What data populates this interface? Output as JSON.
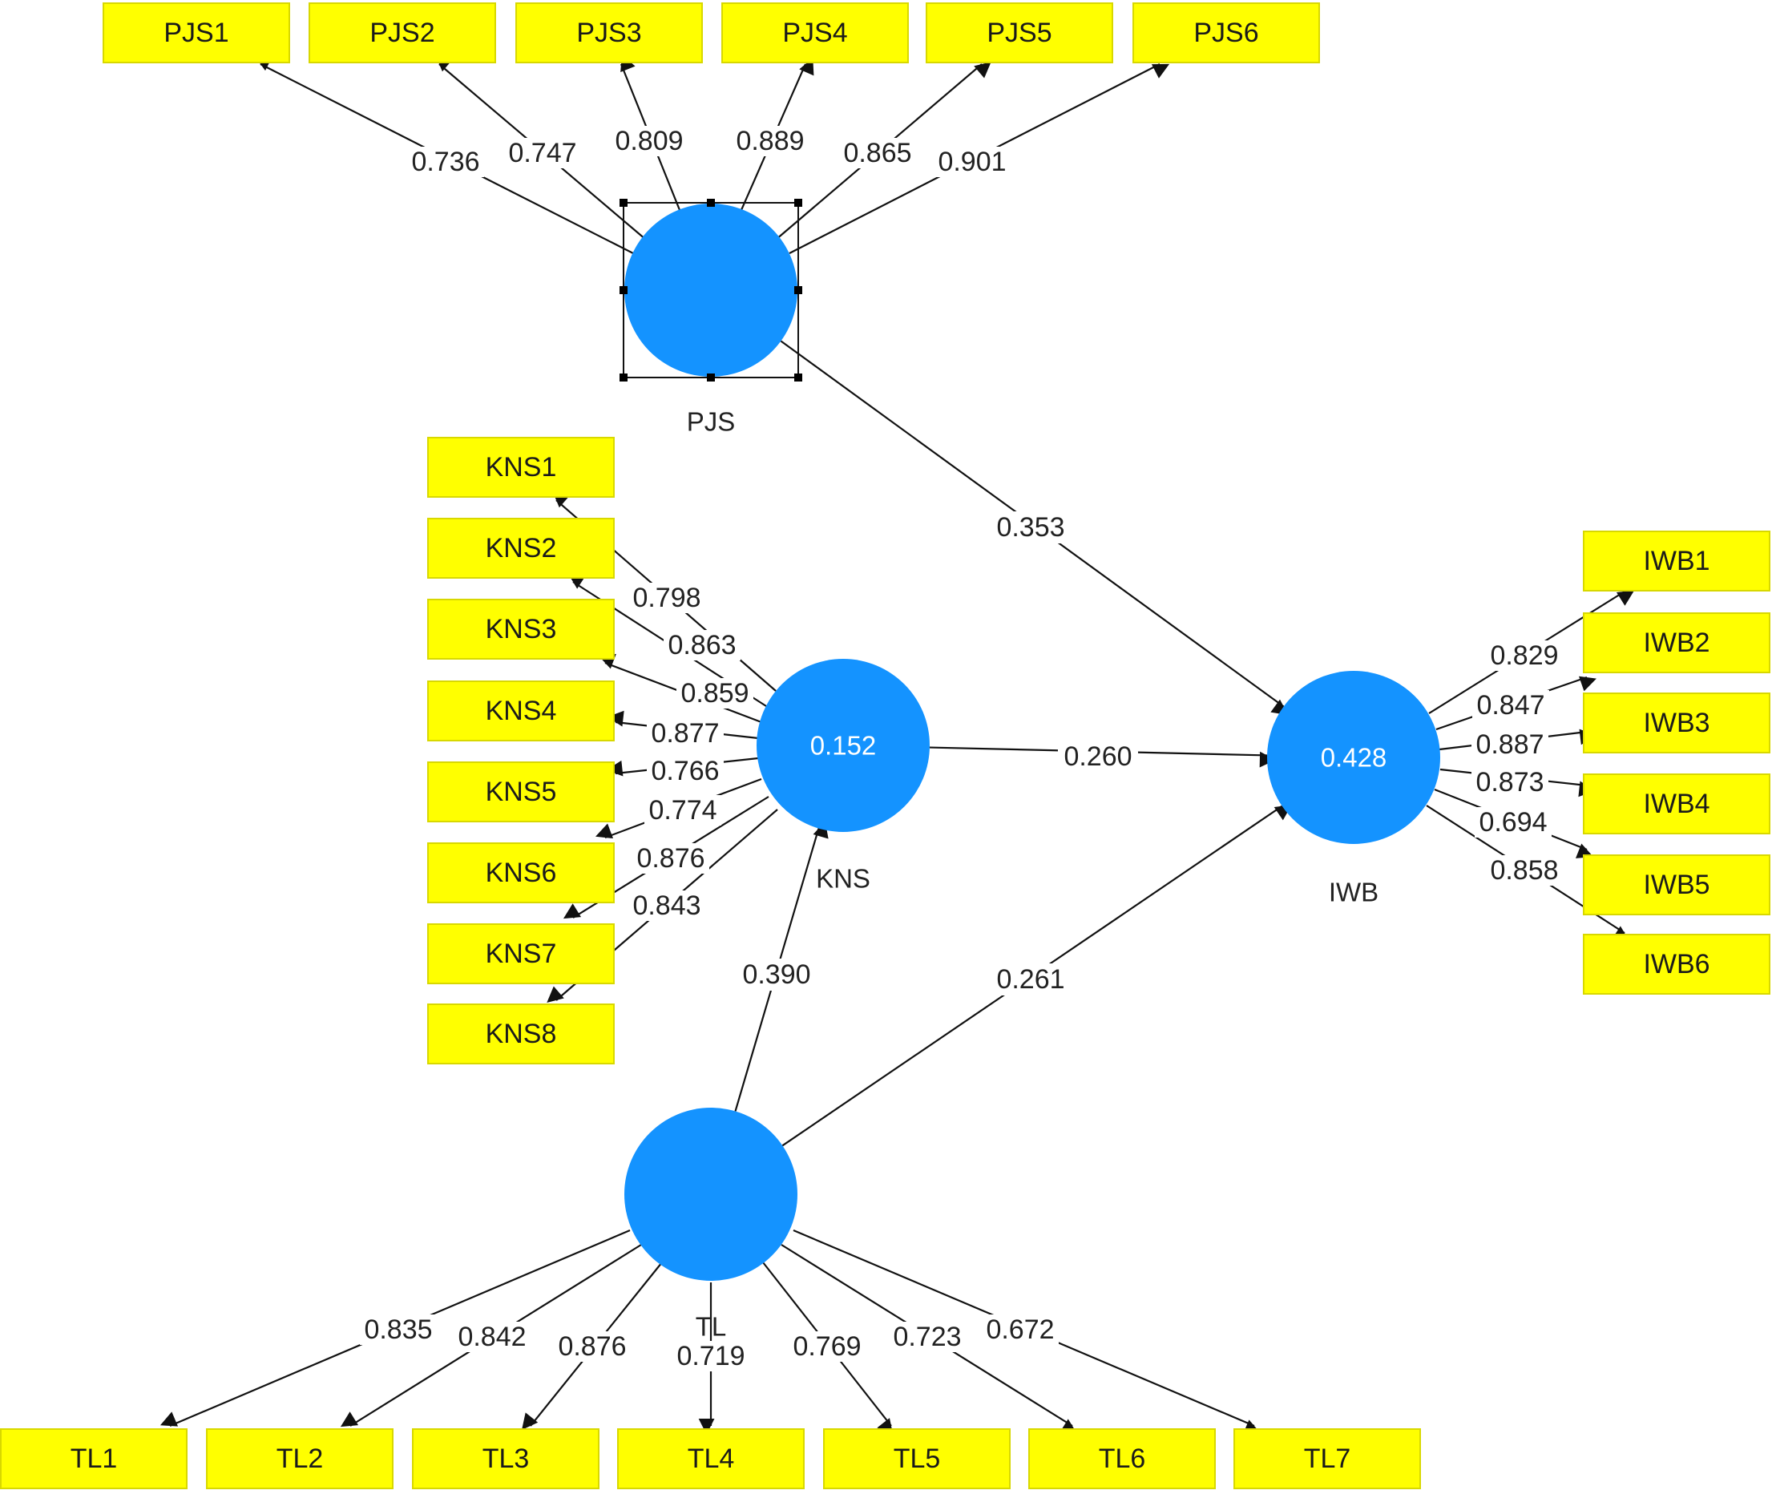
{
  "latents": [
    {
      "id": "PJS",
      "name": "PJS",
      "r2": "",
      "selected": true
    },
    {
      "id": "KNS",
      "name": "KNS",
      "r2": "0.152",
      "selected": false
    },
    {
      "id": "IWB",
      "name": "IWB",
      "r2": "0.428",
      "selected": false
    },
    {
      "id": "TL",
      "name": "TL",
      "r2": "",
      "selected": false
    }
  ],
  "indicators": [
    {
      "id": "PJS1",
      "label": "PJS1",
      "latent": "PJS",
      "loading": "0.736"
    },
    {
      "id": "PJS2",
      "label": "PJS2",
      "latent": "PJS",
      "loading": "0.747"
    },
    {
      "id": "PJS3",
      "label": "PJS3",
      "latent": "PJS",
      "loading": "0.809"
    },
    {
      "id": "PJS4",
      "label": "PJS4",
      "latent": "PJS",
      "loading": "0.889"
    },
    {
      "id": "PJS5",
      "label": "PJS5",
      "latent": "PJS",
      "loading": "0.865"
    },
    {
      "id": "PJS6",
      "label": "PJS6",
      "latent": "PJS",
      "loading": "0.901"
    },
    {
      "id": "KNS1",
      "label": "KNS1",
      "latent": "KNS",
      "loading": "0.798"
    },
    {
      "id": "KNS2",
      "label": "KNS2",
      "latent": "KNS",
      "loading": "0.863"
    },
    {
      "id": "KNS3",
      "label": "KNS3",
      "latent": "KNS",
      "loading": "0.859"
    },
    {
      "id": "KNS4",
      "label": "KNS4",
      "latent": "KNS",
      "loading": "0.877"
    },
    {
      "id": "KNS5",
      "label": "KNS5",
      "latent": "KNS",
      "loading": "0.766"
    },
    {
      "id": "KNS6",
      "label": "KNS6",
      "latent": "KNS",
      "loading": "0.774"
    },
    {
      "id": "KNS7",
      "label": "KNS7",
      "latent": "KNS",
      "loading": "0.876"
    },
    {
      "id": "KNS8",
      "label": "KNS8",
      "latent": "KNS",
      "loading": "0.843"
    },
    {
      "id": "IWB1",
      "label": "IWB1",
      "latent": "IWB",
      "loading": "0.829"
    },
    {
      "id": "IWB2",
      "label": "IWB2",
      "latent": "IWB",
      "loading": "0.847"
    },
    {
      "id": "IWB3",
      "label": "IWB3",
      "latent": "IWB",
      "loading": "0.887"
    },
    {
      "id": "IWB4",
      "label": "IWB4",
      "latent": "IWB",
      "loading": "0.873"
    },
    {
      "id": "IWB5",
      "label": "IWB5",
      "latent": "IWB",
      "loading": "0.694"
    },
    {
      "id": "IWB6",
      "label": "IWB6",
      "latent": "IWB",
      "loading": "0.858"
    },
    {
      "id": "TL1",
      "label": "TL1",
      "latent": "TL",
      "loading": "0.835"
    },
    {
      "id": "TL2",
      "label": "TL2",
      "latent": "TL",
      "loading": "0.842"
    },
    {
      "id": "TL3",
      "label": "TL3",
      "latent": "TL",
      "loading": "0.876"
    },
    {
      "id": "TL4",
      "label": "TL4",
      "latent": "TL",
      "loading": "0.719"
    },
    {
      "id": "TL5",
      "label": "TL5",
      "latent": "TL",
      "loading": "0.769"
    },
    {
      "id": "TL6",
      "label": "TL6",
      "latent": "TL",
      "loading": "0.723"
    },
    {
      "id": "TL7",
      "label": "TL7",
      "latent": "TL",
      "loading": "0.672"
    }
  ],
  "paths": [
    {
      "from": "PJS",
      "to": "IWB",
      "coef": "0.353"
    },
    {
      "from": "KNS",
      "to": "IWB",
      "coef": "0.260"
    },
    {
      "from": "TL",
      "to": "KNS",
      "coef": "0.390"
    },
    {
      "from": "TL",
      "to": "IWB",
      "coef": "0.261"
    }
  ],
  "colors": {
    "latent_fill": "#1493ff",
    "indicator_fill": "#ffff00",
    "edge": "#111111"
  }
}
